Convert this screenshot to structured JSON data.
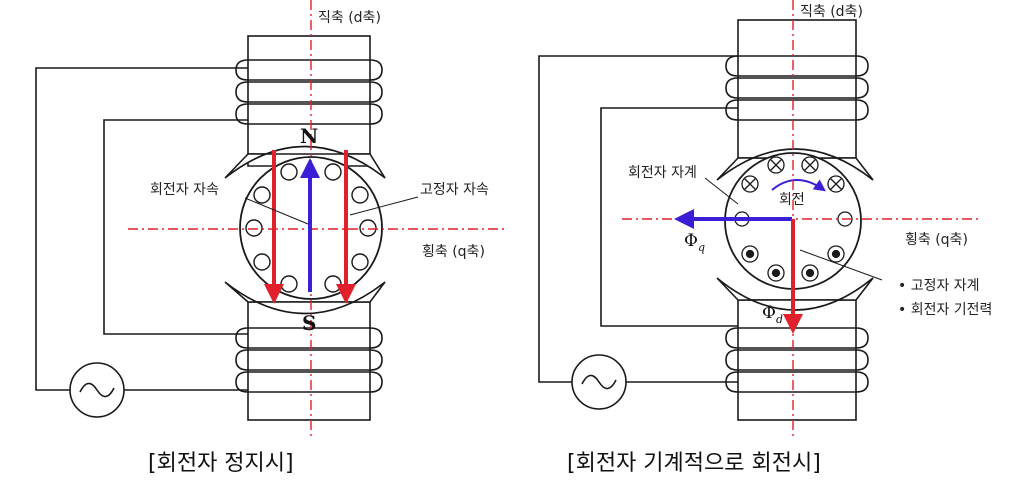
{
  "left": {
    "d_axis_label": "직축 (d축)",
    "q_axis_label": "횡축 (q축)",
    "pole_top": "N",
    "pole_bottom": "S",
    "rotor_flux_label": "회전자 자속",
    "stator_flux_label": "고정자 자속",
    "caption": "[회전자 정지시]"
  },
  "right": {
    "d_axis_label": "직축 (d축)",
    "q_axis_label": "횡축 (q축)",
    "rotor_field_label": "회전자 자계",
    "rotation_label": "회전",
    "phi_q_main": "Φ",
    "phi_q_sub": "q",
    "phi_d_main": "Φ",
    "phi_d_sub": "d",
    "stator_field_label": "• 고정자 자계",
    "rotor_emf_label": "• 회전자 기전력",
    "caption": "[회전자 기계적으로 회전시]"
  },
  "colors": {
    "line": "#1a1a1a",
    "axis": "#e0202a",
    "flux_red": "#e0202a",
    "flux_blue": "#3a1fd6"
  }
}
